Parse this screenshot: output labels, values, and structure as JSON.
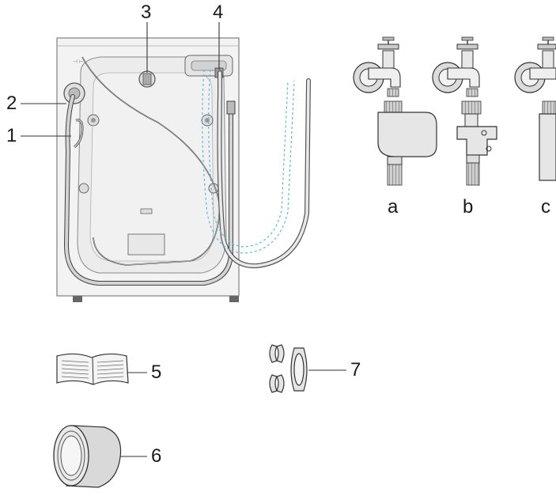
{
  "callouts": {
    "n1": "1",
    "n2": "2",
    "n3": "3",
    "n4": "4",
    "n5": "5",
    "n6": "6",
    "n7": "7"
  },
  "adapters": {
    "a": "a",
    "b": "b",
    "c": "c"
  },
  "colors": {
    "line": "#333333",
    "light_fill": "#f2f2f2",
    "mid_fill": "#d9d9d9",
    "dashed_hose": "#5fb8d6"
  }
}
